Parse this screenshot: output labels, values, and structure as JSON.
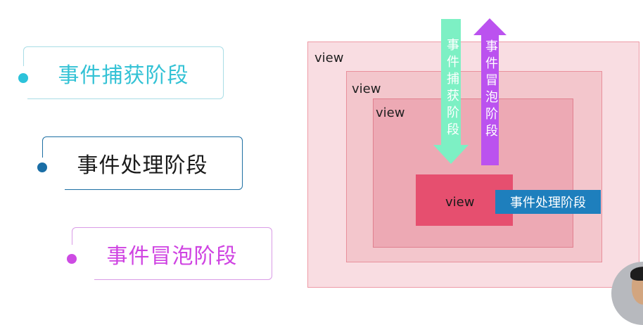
{
  "phases": {
    "capture": "事件捕获阶段",
    "handle": "事件处理阶段",
    "bubble": "事件冒泡阶段"
  },
  "diagram": {
    "view_labels": [
      "view",
      "view",
      "view",
      "view"
    ],
    "handle_badge": "事件处理阶段",
    "capture_arrow_text": "事件捕获阶段",
    "bubble_arrow_text": "事件冒泡阶段"
  },
  "colors": {
    "capture": "#33c2d5",
    "handle": "#1e7fbd",
    "bubble": "#cf43e2",
    "capture_arrow": "#7df0c4",
    "bubble_arrow": "#bb52ef"
  }
}
